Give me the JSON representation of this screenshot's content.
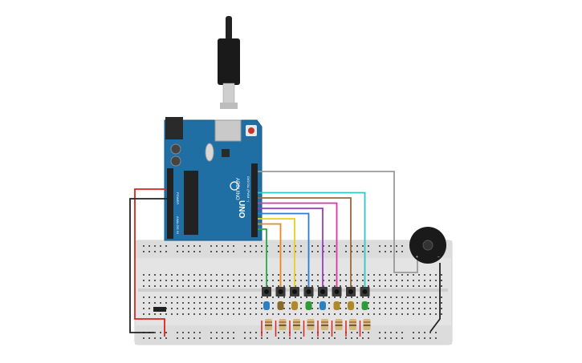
{
  "arduino": {
    "brand": "ARDUINO",
    "model": "UNO",
    "header_label": "DIGITAL (PWM ~)",
    "power_label": "POWER",
    "analog_label": "ANALOG IN"
  },
  "buttons": [
    {
      "cap_color": "#2e7fbf"
    },
    {
      "cap_color": "#8a6a2a"
    },
    {
      "cap_color": "#b08a2a"
    },
    {
      "cap_color": "#2e9a3a"
    },
    {
      "cap_color": "#2e7fbf"
    },
    {
      "cap_color": "#b08a2a"
    },
    {
      "cap_color": "#b08a2a"
    },
    {
      "cap_color": "#2e9a3a"
    }
  ],
  "wires": [
    {
      "color": "#2ea64a"
    },
    {
      "color": "#e88a1a"
    },
    {
      "color": "#e6d21a"
    },
    {
      "color": "#2a7fd4"
    },
    {
      "color": "#9b3bc7"
    },
    {
      "color": "#d63aa0"
    },
    {
      "color": "#9a6a3a"
    },
    {
      "color": "#2cc7c7"
    }
  ],
  "colors": {
    "board_blue": "#1f6fa5",
    "breadboard": "#e6e6e6",
    "power_red": "#d22",
    "ground_black": "#222",
    "buzzer_wire": "#9a9a9a"
  }
}
